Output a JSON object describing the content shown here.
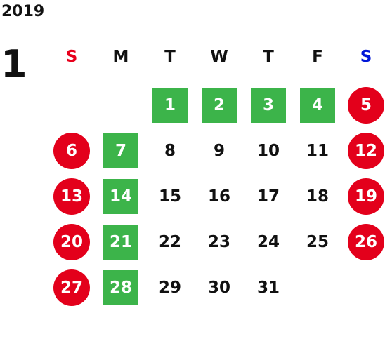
{
  "calendar": {
    "year": "2019",
    "month": "1",
    "weekdays": [
      {
        "label": "S",
        "color": "#e8001c"
      },
      {
        "label": "M",
        "color": "#111111"
      },
      {
        "label": "T",
        "color": "#111111"
      },
      {
        "label": "W",
        "color": "#111111"
      },
      {
        "label": "T",
        "color": "#111111"
      },
      {
        "label": "F",
        "color": "#111111"
      },
      {
        "label": "S",
        "color": "#0016d8"
      }
    ],
    "first_weekday_index": 2,
    "days": [
      {
        "day": "1",
        "mark": "green"
      },
      {
        "day": "2",
        "mark": "green"
      },
      {
        "day": "3",
        "mark": "green"
      },
      {
        "day": "4",
        "mark": "green"
      },
      {
        "day": "5",
        "mark": "red"
      },
      {
        "day": "6",
        "mark": "red"
      },
      {
        "day": "7",
        "mark": "green"
      },
      {
        "day": "8",
        "mark": "none"
      },
      {
        "day": "9",
        "mark": "none"
      },
      {
        "day": "10",
        "mark": "none"
      },
      {
        "day": "11",
        "mark": "none"
      },
      {
        "day": "12",
        "mark": "red"
      },
      {
        "day": "13",
        "mark": "red"
      },
      {
        "day": "14",
        "mark": "green"
      },
      {
        "day": "15",
        "mark": "none"
      },
      {
        "day": "16",
        "mark": "none"
      },
      {
        "day": "17",
        "mark": "none"
      },
      {
        "day": "18",
        "mark": "none"
      },
      {
        "day": "19",
        "mark": "red"
      },
      {
        "day": "20",
        "mark": "red"
      },
      {
        "day": "21",
        "mark": "green"
      },
      {
        "day": "22",
        "mark": "none"
      },
      {
        "day": "23",
        "mark": "none"
      },
      {
        "day": "24",
        "mark": "none"
      },
      {
        "day": "25",
        "mark": "none"
      },
      {
        "day": "26",
        "mark": "red"
      },
      {
        "day": "27",
        "mark": "red"
      },
      {
        "day": "28",
        "mark": "green"
      },
      {
        "day": "29",
        "mark": "none"
      },
      {
        "day": "30",
        "mark": "none"
      },
      {
        "day": "31",
        "mark": "none"
      }
    ]
  },
  "colors": {
    "green": "#3cb44a",
    "red": "#e3001b",
    "text": "#111111"
  }
}
